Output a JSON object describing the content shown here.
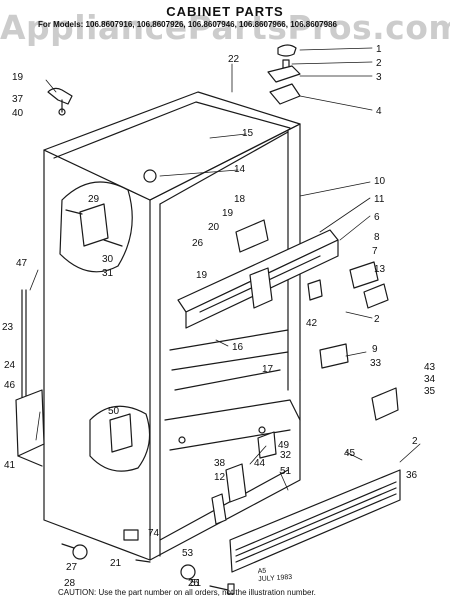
{
  "watermark": "AppliancePartsPros.com",
  "title": "CABINET PARTS",
  "models": "For Models: 106.8607916, 106.8607926, 106.8607946, 106.8607966, 106.8607986",
  "caution": "CAUTION: Use the part number on all orders, not the illustration number.",
  "stamp_line1": "A5",
  "stamp_line2": "JULY 1983",
  "callouts": [
    "1",
    "2",
    "3",
    "4",
    "19",
    "37",
    "40",
    "22",
    "15",
    "14",
    "10",
    "11",
    "6",
    "8",
    "7",
    "13",
    "2",
    "29",
    "18",
    "20",
    "19",
    "26",
    "19",
    "30",
    "31",
    "47",
    "23",
    "42",
    "9",
    "16",
    "17",
    "33",
    "43",
    "34",
    "35",
    "24",
    "46",
    "50",
    "2",
    "36",
    "49",
    "45",
    "41",
    "38",
    "12",
    "44",
    "32",
    "51",
    "27",
    "74",
    "28",
    "21",
    "53",
    "25",
    "51"
  ],
  "colors": {
    "line": "#1a1a1a",
    "watermark": "#8a8a8a"
  }
}
